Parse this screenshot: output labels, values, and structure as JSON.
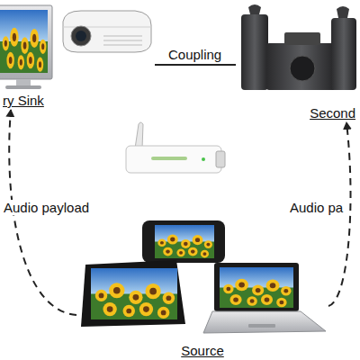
{
  "diagram": {
    "nodes": [
      {
        "text": [
          "ry Sink"
        ]
      },
      {
        "text": [
          "Second"
        ]
      },
      {
        "text": [
          "Source"
        ]
      }
    ],
    "edges": [
      {
        "from": 0,
        "to": 1,
        "label": "Coupling",
        "arrow": "none"
      },
      {
        "from": 2,
        "to": 0,
        "label": "Audio payload",
        "arrow": "to"
      },
      {
        "from": 2,
        "to": 1,
        "label": "Audio pa",
        "arrow": "to"
      }
    ]
  }
}
